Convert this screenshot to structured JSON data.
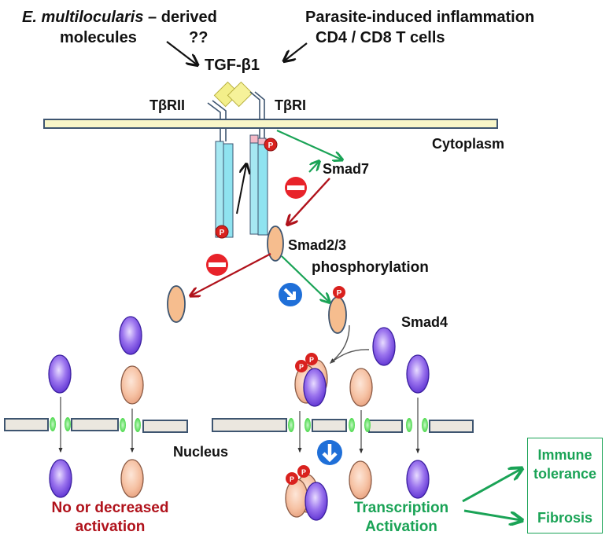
{
  "labels": {
    "source1_italic": "E. multilocularis",
    "source1_rest": " – derived",
    "source1_line2": "molecules",
    "source1_line3": "??",
    "source2_line1": "Parasite-induced inflammation",
    "source2_line2": "CD4 / CD8 T cells",
    "ligand": "TGF-β1",
    "receptor2": "TβRII",
    "receptor1": "TβRI",
    "cytoplasm": "Cytoplasm",
    "smad7": "Smad7",
    "smad23": "Smad2/3",
    "phosphorylation": "phosphorylation",
    "smad4": "Smad4",
    "nucleus": "Nucleus",
    "no_activation_line1": "No or decreased",
    "no_activation_line2": "activation",
    "transcription_line1": "Transcription",
    "transcription_line2": "Activation",
    "outcome1_line1": "Immune",
    "outcome1_line2": "tolerance",
    "outcome2": "Fibrosis",
    "phospho_mark": "P"
  },
  "colors": {
    "inhibit_red": "#b0121b",
    "activate_green": "#1aa356",
    "membrane_fill": "#f8f6c8",
    "membrane_border": "#3e5570",
    "receptor_fill": "#8fe3f0",
    "smad23_fill": "#f6bd8e",
    "smad4_fill": "#8d63e6",
    "nuclear_pore": "#5de05d",
    "nuclear_membrane_fill": "#ebe7df",
    "blue_sign": "#1f6fd8",
    "no_entry_red": "#e8232a"
  },
  "icons": {
    "inhibit_sign": "no-entry-icon",
    "direction_sign": "blue-arrow-sign-icon",
    "phospho_marker": "phosphate-icon"
  }
}
